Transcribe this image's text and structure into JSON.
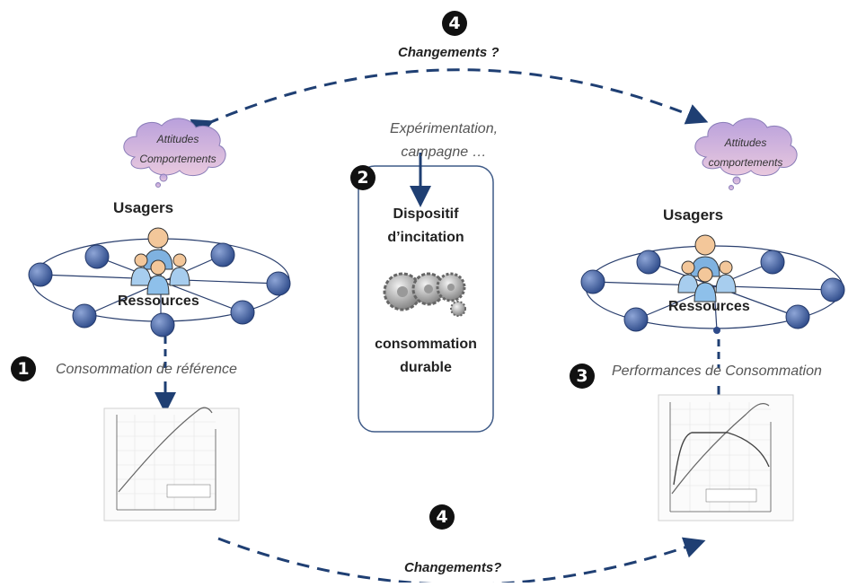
{
  "top": {
    "badge": "4",
    "label": "Changements ?"
  },
  "bottom": {
    "badge": "4",
    "label": "Changements?"
  },
  "left": {
    "cloud_line1": "Attitudes",
    "cloud_line2": "Comportements",
    "usagers": "Usagers",
    "ressources": "Ressources",
    "badge": "1",
    "caption": "Consommation de référence"
  },
  "right": {
    "cloud_line1": "Attitudes",
    "cloud_line2": "comportements",
    "usagers": "Usagers",
    "ressources": "Ressources",
    "badge": "3",
    "caption": "Performances de Consommation"
  },
  "center": {
    "exp_line1": "Expérimentation,",
    "exp_line2": "campagne …",
    "badge": "2",
    "box_line1": "Dispositif",
    "box_line2": "d’incitation",
    "box_line3": "consommation",
    "box_line4": "durable"
  },
  "colors": {
    "accent": "#1f3f73",
    "node": "#4f6aa8",
    "cloud": "#c9b5e4",
    "box_border": "#3e5a87"
  }
}
